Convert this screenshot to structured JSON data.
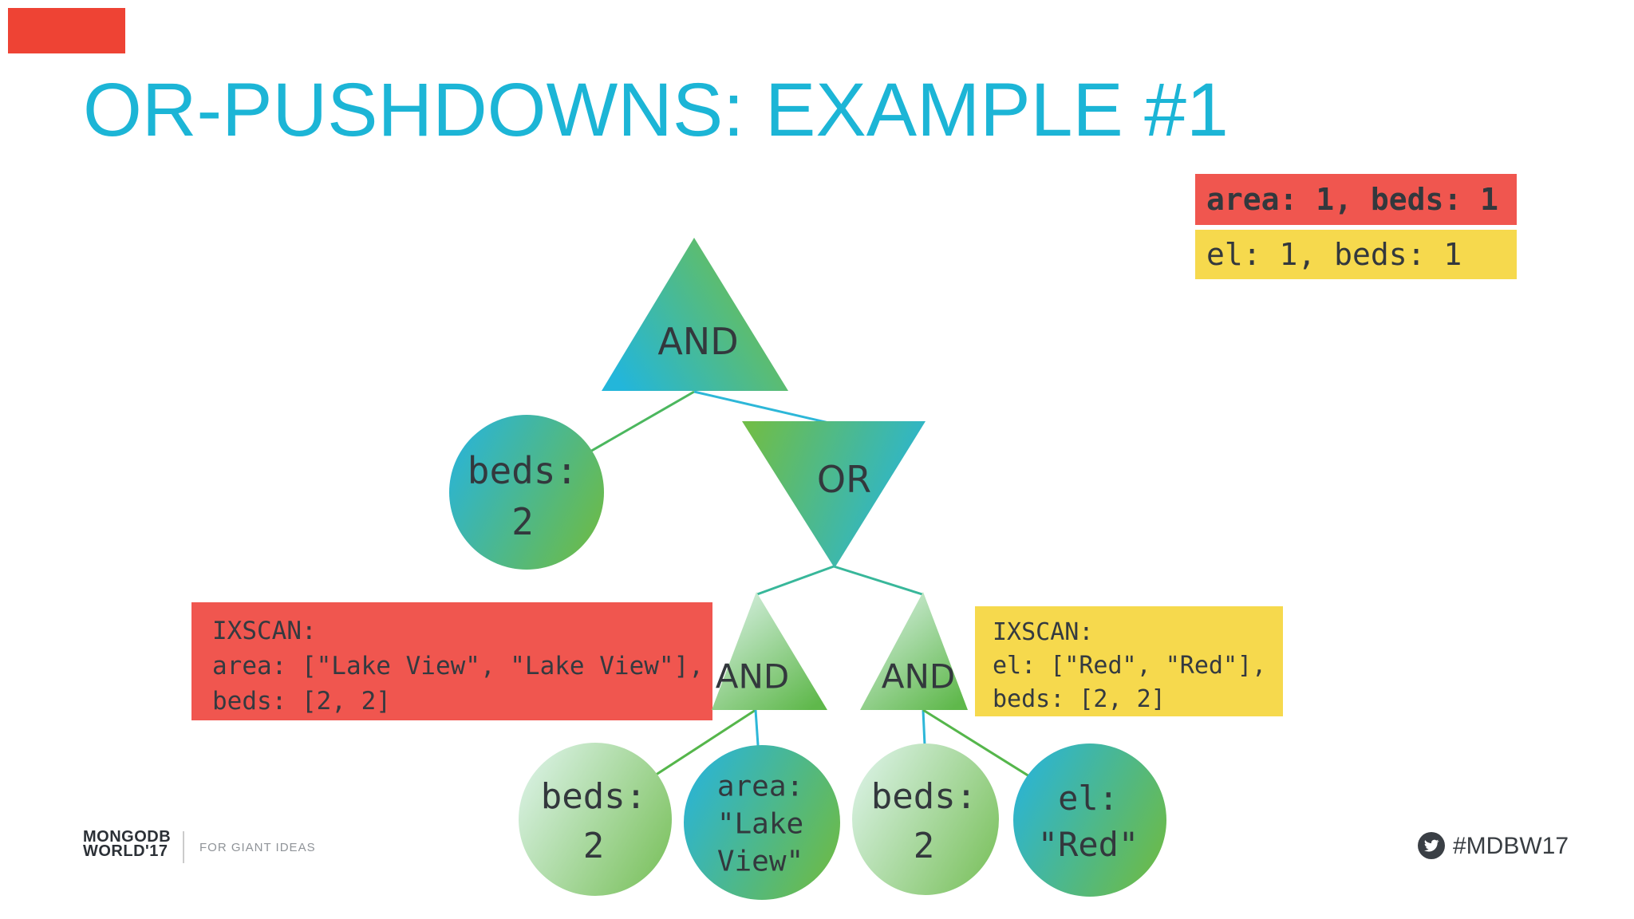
{
  "title": "OR-PUSHDOWNS: EXAMPLE #1",
  "legend": {
    "area_index": "area: 1, beds: 1",
    "el_index": "el: 1, beds: 1"
  },
  "tree": {
    "root_and": "AND",
    "or_node": "OR",
    "beds_upper": {
      "line1": "beds:",
      "line2": "2"
    },
    "left_and": "AND",
    "right_and": "AND",
    "beds_left": {
      "line1": "beds:",
      "line2": "2"
    },
    "area_lake_view": {
      "line1": "area:",
      "line2": "\"Lake",
      "line3": "View\""
    },
    "beds_right": {
      "line1": "beds:",
      "line2": "2"
    },
    "el_red": {
      "line1": "el:",
      "line2": "\"Red\""
    }
  },
  "ixscan_area": {
    "line1": "IXSCAN:",
    "line2": "area: [\"Lake View\", \"Lake View\"],",
    "line3": "beds: [2, 2]"
  },
  "ixscan_el": {
    "line1": "IXSCAN:",
    "line2": "el: [\"Red\", \"Red\"],",
    "line3": "beds: [2, 2]"
  },
  "footer": {
    "logo_line1": "MONGODB",
    "logo_line2": "WORLD'17",
    "tagline": "FOR GIANT IDEAS",
    "hashtag": "#MDBW17"
  },
  "colors": {
    "title": "#1cb5d6",
    "cyan": "#29b6d8",
    "green": "#72bf46",
    "mint": "#d9f0e3",
    "red": "#f0564f",
    "yellow": "#f6d94d",
    "corner_red": "#ee4334",
    "text_dark": "#33383d"
  }
}
